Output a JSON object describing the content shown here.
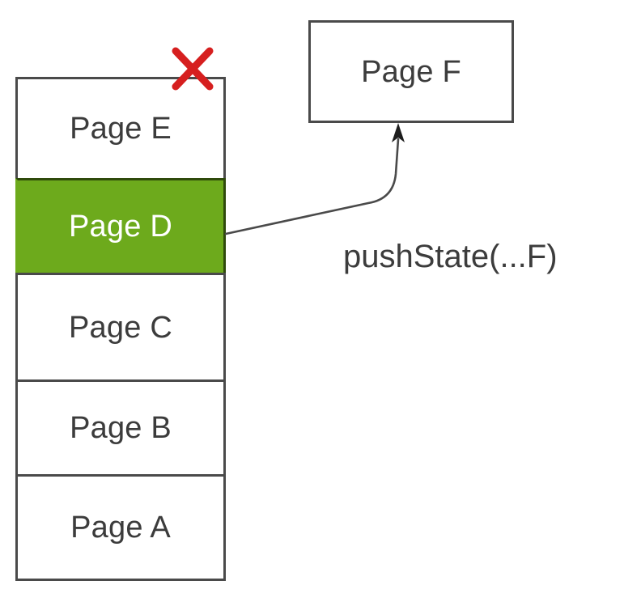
{
  "diagram": {
    "title": "Browser history stack with pushState",
    "background_color": "#ffffff",
    "stroke_color": "#4a4a4a",
    "text_color": "#3c3c3c",
    "highlight_color": "#6daa1c",
    "highlight_text_color": "#ffffff",
    "marker_color": "#d61f1f"
  },
  "stack": {
    "name": "history-stack",
    "frames": [
      {
        "label": "Page E",
        "state": "removed",
        "highlighted": false
      },
      {
        "label": "Page D",
        "state": "current",
        "highlighted": true
      },
      {
        "label": "Page C",
        "state": "previous",
        "highlighted": false
      },
      {
        "label": "Page B",
        "state": "previous",
        "highlighted": false
      },
      {
        "label": "Page A",
        "state": "previous",
        "highlighted": false
      }
    ]
  },
  "new_entry": {
    "label": "Page F"
  },
  "markers": {
    "discard_x": "red-x-mark"
  },
  "annotation": {
    "caption": "pushState(...F)"
  },
  "connector": {
    "from": "Page D",
    "to": "Page F",
    "style": "curved-arrow"
  }
}
